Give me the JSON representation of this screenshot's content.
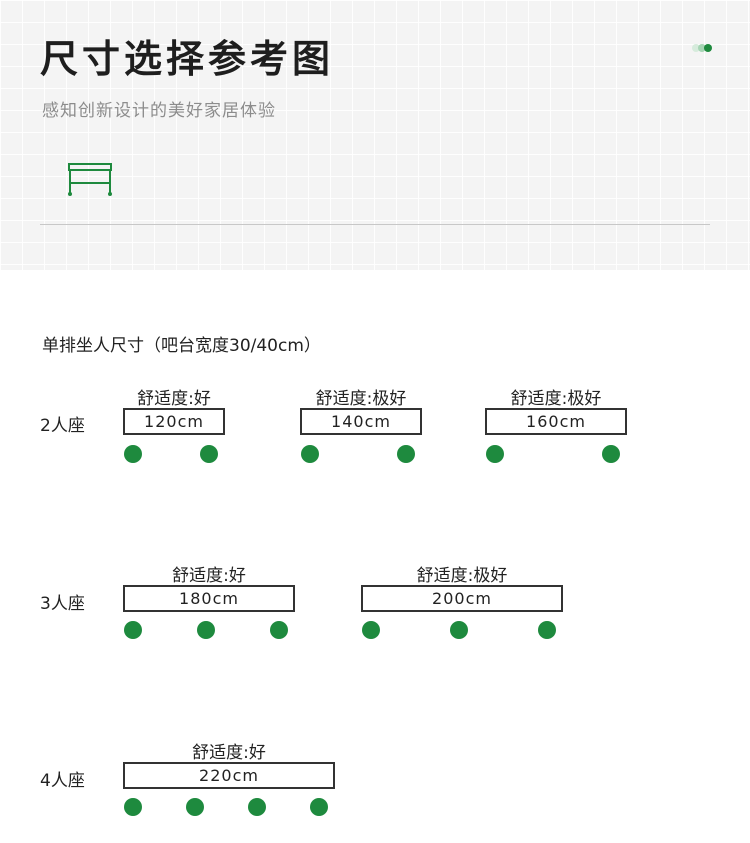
{
  "header": {
    "title": "尺寸选择参考图",
    "subtitle": "感知创新设计的美好家居体验"
  },
  "colors": {
    "accent": "#1e8a3e",
    "accent_light": "#a6d5b4",
    "text": "#222222",
    "subtitle": "#8c8c8c",
    "bar_border": "#333333"
  },
  "icons": {
    "header_icon": "bar-table-icon",
    "deco": "dots-decoration-icon"
  },
  "section": {
    "title": "单排坐人尺寸（吧台宽度30/40cm）"
  },
  "rows": [
    {
      "label": "2人座",
      "options": [
        {
          "comfort": "舒适度:好",
          "size": "120cm",
          "seats": 2
        },
        {
          "comfort": "舒适度:极好",
          "size": "140cm",
          "seats": 2
        },
        {
          "comfort": "舒适度:极好",
          "size": "160cm",
          "seats": 2
        }
      ]
    },
    {
      "label": "3人座",
      "options": [
        {
          "comfort": "舒适度:好",
          "size": "180cm",
          "seats": 3
        },
        {
          "comfort": "舒适度:极好",
          "size": "200cm",
          "seats": 3
        }
      ]
    },
    {
      "label": "4人座",
      "options": [
        {
          "comfort": "舒适度:好",
          "size": "220cm",
          "seats": 4
        }
      ]
    }
  ]
}
